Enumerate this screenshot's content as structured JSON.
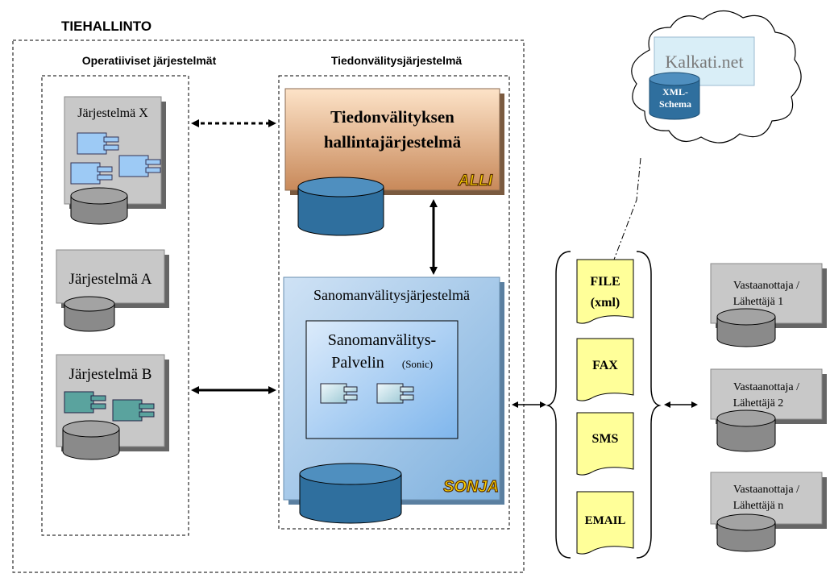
{
  "title": "TIEHALLINTO",
  "sections": {
    "operational": "Operatiiviset järjestelmät",
    "transfer": "Tiedonvälitysjärjestelmä"
  },
  "systems": [
    {
      "label": "Järjestelmä X"
    },
    {
      "label": "Järjestelmä A"
    },
    {
      "label": "Järjestelmä B"
    }
  ],
  "alli": {
    "title_line1": "Tiedonvälityksen",
    "title_line2": "hallintajärjestelmä",
    "badge": "ALLI"
  },
  "sonja": {
    "title": "Sanomanvälitysjärjestelmä",
    "server_line1": "Sanomanvälitys-",
    "server_line2": "Palvelin",
    "server_sub": "(Sonic)",
    "badge": "SONJA"
  },
  "kalkati": {
    "label": "Kalkati.net",
    "schema_line1": "XML-",
    "schema_line2": "Schema"
  },
  "channels": [
    {
      "line1": "FILE",
      "line2": "(xml)"
    },
    {
      "line1": "FAX",
      "line2": ""
    },
    {
      "line1": "SMS",
      "line2": ""
    },
    {
      "line1": "EMAIL",
      "line2": ""
    }
  ],
  "receivers": [
    {
      "line1": "Vastaanottaja /",
      "line2": "Lähettäjä 1"
    },
    {
      "line1": "Vastaanottaja /",
      "line2": "Lähettäjä 2"
    },
    {
      "line1": "Vastaanottaja /",
      "line2": "Lähettäjä n"
    }
  ],
  "colors": {
    "alli_top": "#fde0c4",
    "alli_bottom": "#c98a55",
    "sonja_light": "#d6e6f6",
    "sonja_dark": "#8ab7e0",
    "cylinder_blue": "#2f6f9e",
    "cylinder_gray": "#8a8a8a",
    "system_gray": "#c8c8c8",
    "note_yellow": "#ffff99",
    "kalkati_box": "#d9eef7",
    "badge_yellow": "#ffd400"
  }
}
